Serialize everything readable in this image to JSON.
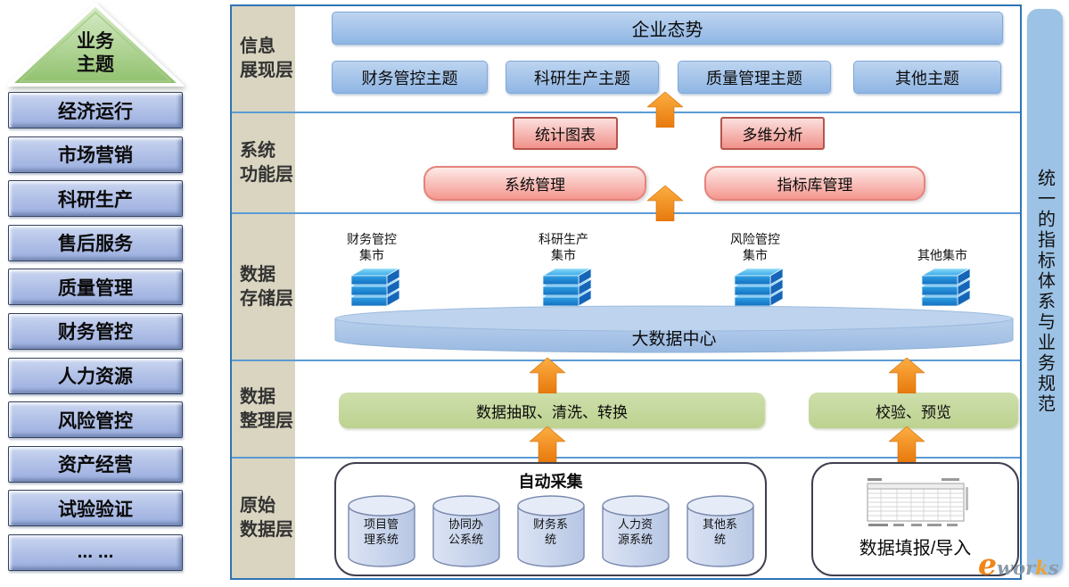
{
  "sidebar": {
    "pyramid": "业务\n主题",
    "items": [
      "经济运行",
      "市场营销",
      "科研生产",
      "售后服务",
      "质量管理",
      "财务管控",
      "人力资源",
      "风险管控",
      "资产经营",
      "试验验证",
      "... ..."
    ]
  },
  "layers": {
    "labels": [
      "信息\n展现层",
      "系统\n功能层",
      "数据\n存储层",
      "数据\n整理层",
      "原始\n数据层"
    ]
  },
  "presentation": {
    "banner": "企业态势",
    "themes": [
      "财务管控主题",
      "科研生产主题",
      "质量管理主题",
      "其他主题"
    ]
  },
  "functions": {
    "charts": "统计图表",
    "olap": "多维分析",
    "system_mgmt": "系统管理",
    "indicator_mgmt": "指标库管理"
  },
  "storage": {
    "marts": [
      "财务管控\n集市",
      "科研生产\n集市",
      "风险管控\n集市",
      "其他集市"
    ],
    "center": "大数据中心"
  },
  "processing": {
    "etl": "数据抽取、清洗、转换",
    "validate": "校验、预览"
  },
  "raw": {
    "auto_title": "自动采集",
    "sources": [
      "项目管\n理系统",
      "协同办\n公系统",
      "财务系\n统",
      "人力资\n源系统",
      "其他系\n统"
    ],
    "manual_label": "数据填报/导入"
  },
  "right_bar": {
    "text": "统一的指标体系与业务规范"
  },
  "logo": {
    "e": "e",
    "wor": "wor",
    "k": "k",
    "s": "s"
  },
  "colors": {
    "panel_border": "#2E74B5",
    "separator": "#5B9BD5",
    "label_bg": "#D9D5C0",
    "blue_box": "#8FB6E4",
    "pink_box": "#F1928B",
    "green_bar": "#C3D69B",
    "orange_arrow": "#ED7D31",
    "right_bar": "#9CC2E5",
    "cube_blue": "#2F9FE3"
  }
}
